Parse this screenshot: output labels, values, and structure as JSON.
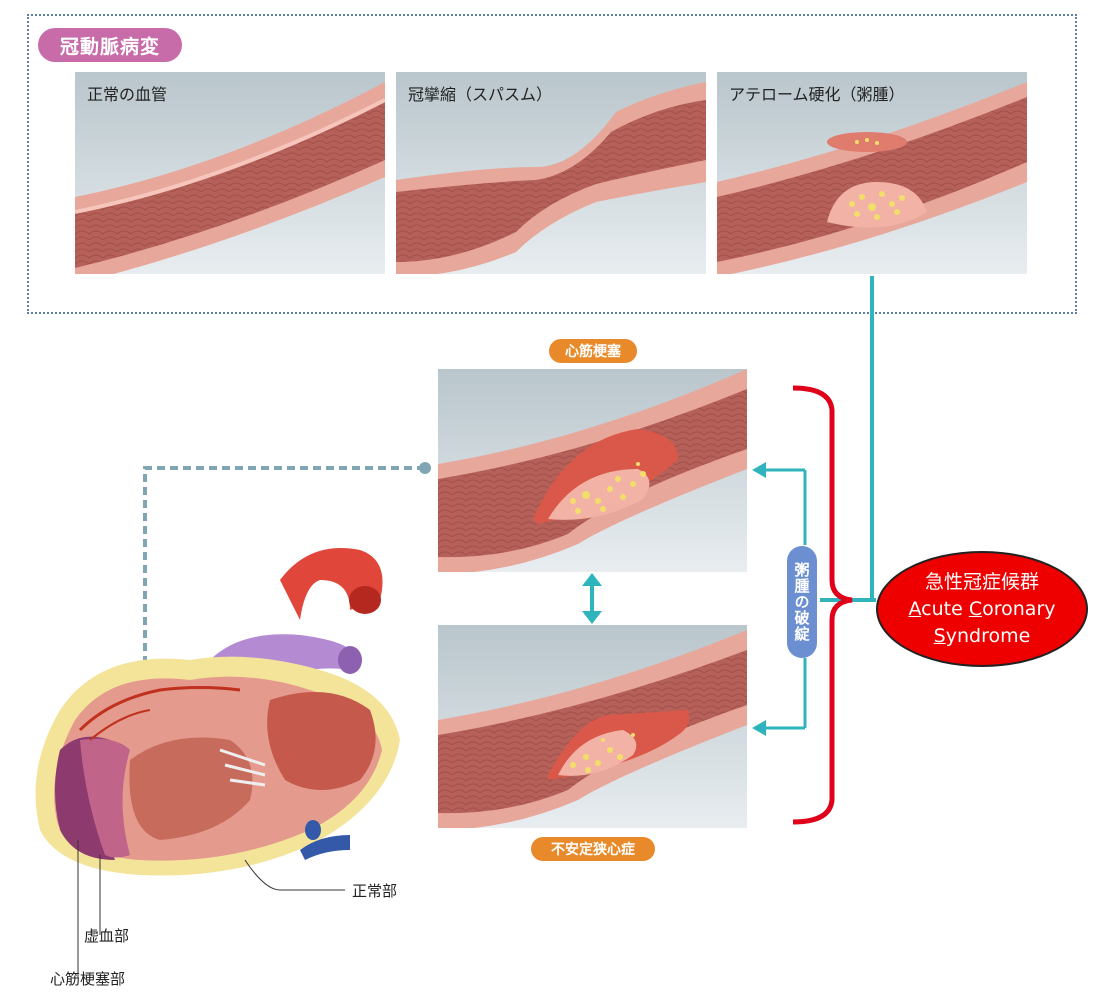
{
  "section_title": "冠動脈病変",
  "top_panels": [
    {
      "label": "正常の血管"
    },
    {
      "label": "冠攣縮（スパスム）"
    },
    {
      "label": "アテローム硬化（粥腫）"
    }
  ],
  "mi_label": "心筋梗塞",
  "ua_label": "不安定狭心症",
  "rupture_label": "粥腫の破綻",
  "acs": {
    "jp": "急性冠症候群",
    "en_line1_a": "A",
    "en_line1_b": "cute ",
    "en_line1_c": "C",
    "en_line1_d": "oronary",
    "en_line2_a": "S",
    "en_line2_b": "yndrome"
  },
  "heart_labels": {
    "normal": "正常部",
    "ischemic": "虚血部",
    "infarct": "心筋梗塞部"
  },
  "colors": {
    "acs_red": "#ee0000",
    "bracket_red": "#e0001a",
    "teal": "#2fb4bd",
    "pill_pink": "#c76ba9",
    "pill_orange": "#e8892a",
    "pill_blue": "#6b8fd0"
  }
}
